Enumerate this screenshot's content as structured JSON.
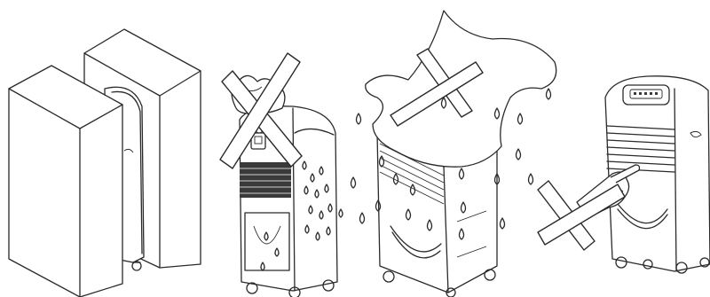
{
  "figure": {
    "panels": [
      {
        "id": "cabinets",
        "icon": "appliance-between-cabinets-icon",
        "prohibited": false
      },
      {
        "id": "covered",
        "icon": "appliance-covered-with-cloth-icon",
        "prohibited": true
      },
      {
        "id": "water-on-top",
        "icon": "appliance-with-wet-cloth-on-top-icon",
        "prohibited": true
      },
      {
        "id": "finger-in-vent",
        "icon": "finger-inserted-into-vent-icon",
        "prohibited": true
      }
    ],
    "colors": {
      "line": "#2a2a2a",
      "background": "#ffffff",
      "grille": "#3a3a3a"
    }
  }
}
